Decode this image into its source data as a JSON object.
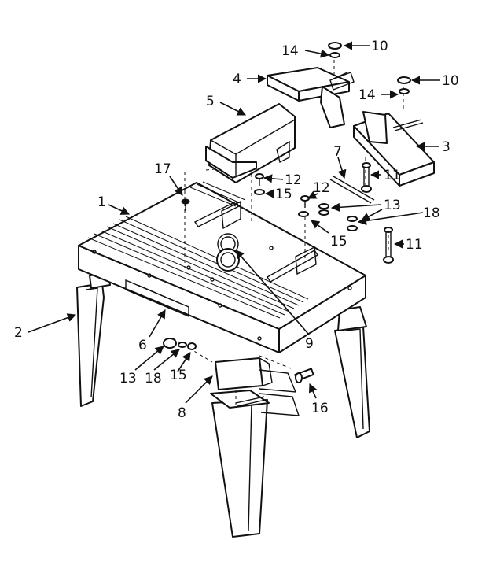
{
  "diagram": {
    "callouts": [
      {
        "id": "c10a",
        "label": "10"
      },
      {
        "id": "c10b",
        "label": "10"
      },
      {
        "id": "c14a",
        "label": "14"
      },
      {
        "id": "c14b",
        "label": "14"
      },
      {
        "id": "c4",
        "label": "4"
      },
      {
        "id": "c5",
        "label": "5"
      },
      {
        "id": "c3",
        "label": "3"
      },
      {
        "id": "c7",
        "label": "7"
      },
      {
        "id": "c17",
        "label": "17"
      },
      {
        "id": "c12a",
        "label": "12"
      },
      {
        "id": "c12b",
        "label": "12"
      },
      {
        "id": "c15a",
        "label": "15"
      },
      {
        "id": "c15b",
        "label": "15"
      },
      {
        "id": "c15c",
        "label": "15"
      },
      {
        "id": "c11a",
        "label": "11"
      },
      {
        "id": "c11b",
        "label": "11"
      },
      {
        "id": "c1",
        "label": "1"
      },
      {
        "id": "c13a",
        "label": "13"
      },
      {
        "id": "c13b",
        "label": "13"
      },
      {
        "id": "c18a",
        "label": "18"
      },
      {
        "id": "c18b",
        "label": "18"
      },
      {
        "id": "c2",
        "label": "2"
      },
      {
        "id": "c6",
        "label": "6"
      },
      {
        "id": "c9",
        "label": "9"
      },
      {
        "id": "c8",
        "label": "8"
      },
      {
        "id": "c16",
        "label": "16"
      }
    ]
  }
}
